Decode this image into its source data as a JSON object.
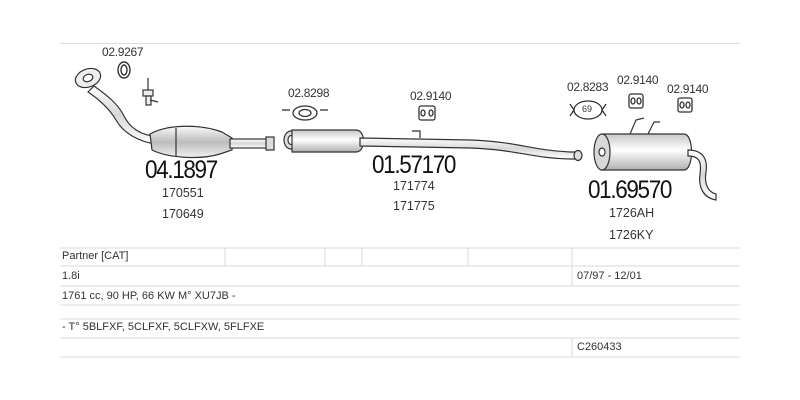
{
  "parts": {
    "catalytic_converter": {
      "code": "04.1897",
      "refs": [
        "170551",
        "170649"
      ]
    },
    "middle_silencer": {
      "code": "01.57170",
      "refs": [
        "171774",
        "171775"
      ]
    },
    "rear_silencer": {
      "code": "01.69570",
      "refs": [
        "1726AH",
        "1726KY"
      ]
    }
  },
  "fittings": {
    "gasket_front": "02.9267",
    "clamp_middle": "02.8298",
    "hanger_middle": "02.9140",
    "ring_rear": "02.8283",
    "hanger_rear_1": "02.9140",
    "hanger_rear_2": "02.9140",
    "ring_rear_inner_label": "69"
  },
  "table": {
    "model": "Partner  [CAT]",
    "engine": "1.8i",
    "dates": "07/97 - 12/01",
    "specs": "1761 cc, 90 HP, 66 KW M° XU7JB -",
    "types": "- T° 5BLFXF, 5CLFXF, 5CLFXW, 5FLFXE",
    "reference": "C260433"
  },
  "colors": {
    "line": "#dddddd",
    "part_stroke": "#333333",
    "part_fill_light": "#f2f2f2",
    "part_fill_dark": "#9a9a9a"
  }
}
